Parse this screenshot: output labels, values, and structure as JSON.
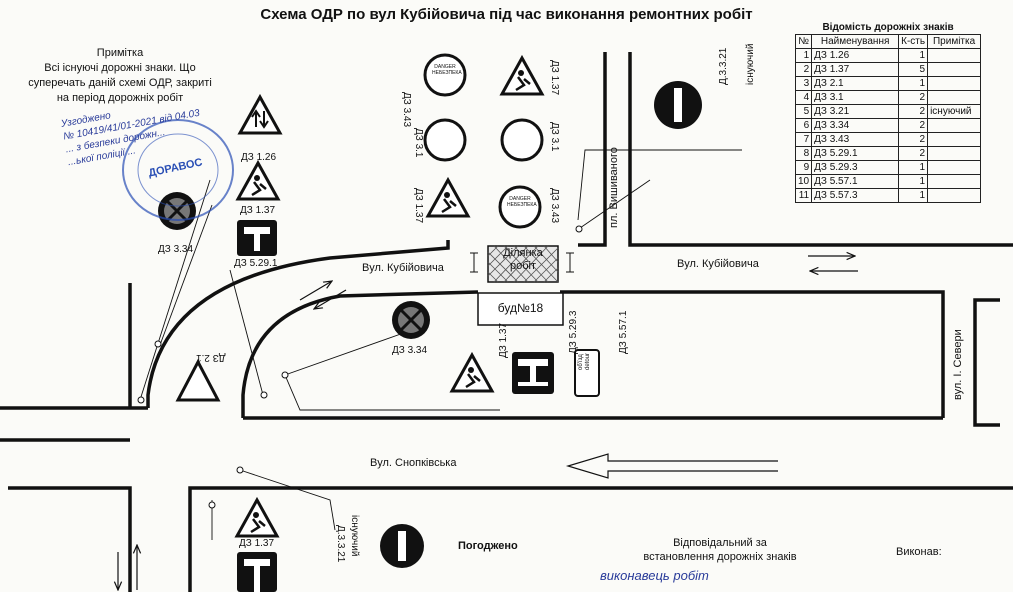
{
  "title": "Схема ОДР по вул Кубійовича під час виконання ремонтних робіт",
  "note": {
    "heading": "Примітка",
    "line1": "Всі існуючі дорожні знаки. Що",
    "line2": "суперечать даній схемі ОДР, закриті",
    "line3": "на період дорожніх робіт"
  },
  "ledger": {
    "title": "Відомість дорожніх знаків",
    "headers": [
      "№",
      "Найменування",
      "К-сть",
      "Примітка"
    ],
    "rows": [
      [
        "1",
        "ДЗ 1.26",
        "1",
        ""
      ],
      [
        "2",
        "ДЗ 1.37",
        "5",
        ""
      ],
      [
        "3",
        "ДЗ 2.1",
        "1",
        ""
      ],
      [
        "4",
        "ДЗ 3.1",
        "2",
        ""
      ],
      [
        "5",
        "ДЗ 3.21",
        "2",
        "існуючий"
      ],
      [
        "6",
        "ДЗ 3.34",
        "2",
        ""
      ],
      [
        "7",
        "ДЗ 3.43",
        "2",
        ""
      ],
      [
        "8",
        "ДЗ 5.29.1",
        "2",
        ""
      ],
      [
        "9",
        "ДЗ 5.29.3",
        "1",
        ""
      ],
      [
        "10",
        "ДЗ 5.57.1",
        "1",
        ""
      ],
      [
        "11",
        "ДЗ 5.57.3",
        "1",
        ""
      ]
    ]
  },
  "labels": {
    "d126": "ДЗ 1.26",
    "d137a": "ДЗ 1.37",
    "d5291": "ДЗ 5.29.1",
    "d334a": "ДЗ 3.34",
    "d21": "ДЗ 2.1",
    "d334b": "ДЗ 3.34",
    "d343a": "ДЗ 3.43",
    "d137b": "ДЗ 1.37",
    "d31a": "ДЗ 3.1",
    "d31b": "ДЗ 3.1",
    "d137c": "ДЗ 1.37",
    "d343b": "ДЗ 3.43",
    "d321a": "Д.3.3.21",
    "existing_a": "існуючий",
    "d137d": "ДЗ 1.37",
    "d5293": "ДЗ 5.29.3",
    "d5571": "ДЗ 5.57.1",
    "d137e": "ДЗ 1.37",
    "d321b": "Д.3.3.21",
    "existing_b": "існуючий",
    "danger1": "DANGER",
    "danger2": "НЕБЕЗПЕКА",
    "detour1": "об'їзд",
    "detour2": "detour"
  },
  "streets": {
    "kub_left": "Вул. Кубійовича",
    "kub_right": "Вул. Кубійовича",
    "vyshyvanoho": "пл. Вишиваного",
    "severy": "вул. І. Севери",
    "snopkivska": "Вул. Снопківська"
  },
  "work_zone": {
    "line1": "Ділянка",
    "line2": "робіт"
  },
  "building": "буд№18",
  "stamp": {
    "l1": "Узгоджено",
    "l2": "№ 10419/41/01-2021 від 04.03",
    "l3": "... з безпеки дорожн...",
    "l4": "...ької поліції ...",
    "l5": "ДОРАВОС"
  },
  "bottom": {
    "agreed": "Погоджено",
    "responsible1": "Відповідальний за",
    "responsible2": "встановлення дорожніх знаків",
    "handwriting": "виконавець робіт",
    "executed": "Виконав:"
  }
}
